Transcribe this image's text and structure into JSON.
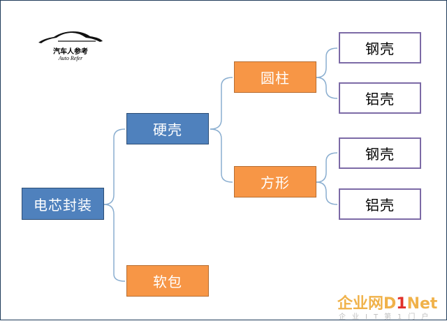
{
  "diagram": {
    "root": "电芯封装",
    "level1": [
      "硬壳",
      "软包"
    ],
    "level2": [
      "圆柱",
      "方形"
    ],
    "level3": [
      "钢壳",
      "铝壳",
      "钢壳",
      "铝壳"
    ]
  },
  "logo": {
    "title": "汽车人参考",
    "subtitle": "Auto Refer"
  },
  "watermark": {
    "site_cn": "企业网",
    "site_d": "D",
    "site_1": "1",
    "site_net": "Net",
    "tagline": "企业IT第1门户"
  },
  "colors": {
    "blue": "#4f81bd",
    "orange": "#f79646",
    "line": "#8aaed0"
  }
}
